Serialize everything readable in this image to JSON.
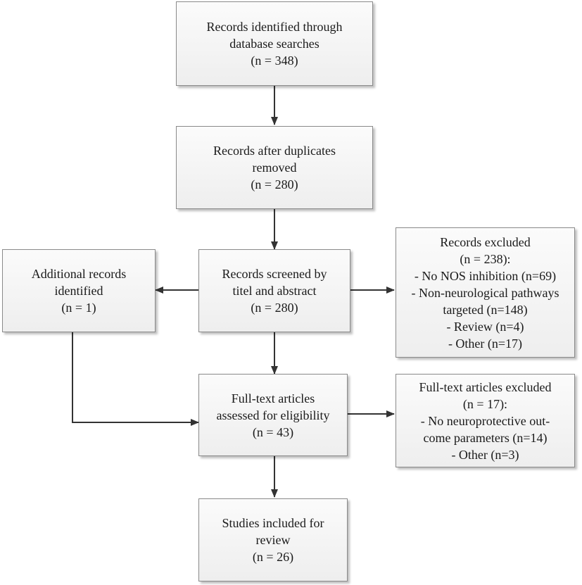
{
  "boxes": {
    "identified": [
      "Records identified through",
      "database searches",
      "(n = 348)"
    ],
    "duplicates_removed": [
      "Records after duplicates",
      "removed",
      "(n = 280)"
    ],
    "screened": [
      "Records screened by",
      "titel and abstract",
      "(n = 280)"
    ],
    "additional": [
      "Additional records",
      "identified",
      "(n = 1)"
    ],
    "excluded_screening": [
      "Records excluded",
      "(n = 238):",
      "- No NOS inhibition (n=69)",
      "- Non-neurological pathways",
      "targeted  (n=148)",
      "- Review (n=4)",
      "- Other (n=17)"
    ],
    "fulltext_assessed": [
      "Full-text articles",
      "assessed for eligibility",
      "(n = 43)"
    ],
    "fulltext_excluded": [
      "Full-text articles excluded",
      "(n = 17):",
      "- No neuroprotective out-",
      "come parameters (n=14)",
      "- Other (n=3)"
    ],
    "included": [
      "Studies included for",
      "review",
      "(n = 26)"
    ]
  }
}
